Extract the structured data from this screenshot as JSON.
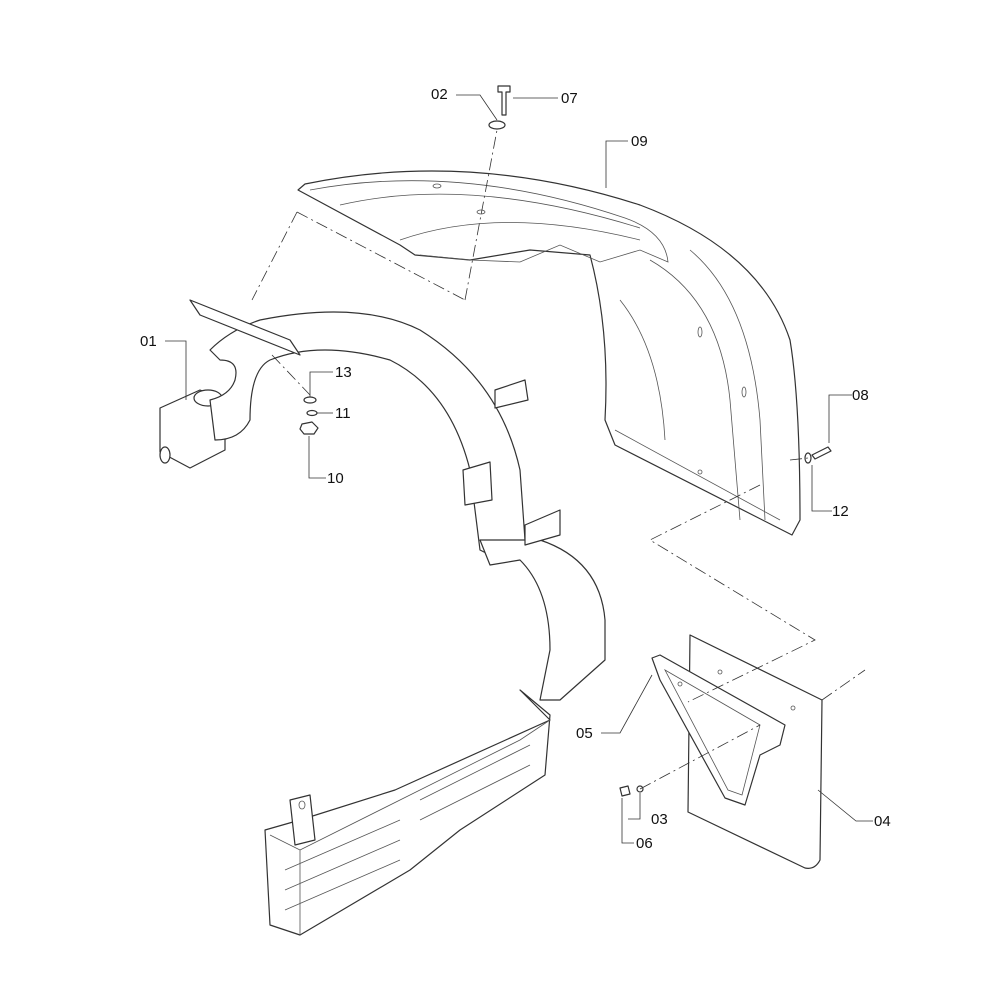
{
  "callouts": {
    "p01": "01",
    "p02": "02",
    "p03": "03",
    "p04": "04",
    "p05": "05",
    "p06": "06",
    "p07": "07",
    "p08": "08",
    "p09": "09",
    "p10": "10",
    "p11": "11",
    "p12": "12",
    "p13": "13"
  }
}
